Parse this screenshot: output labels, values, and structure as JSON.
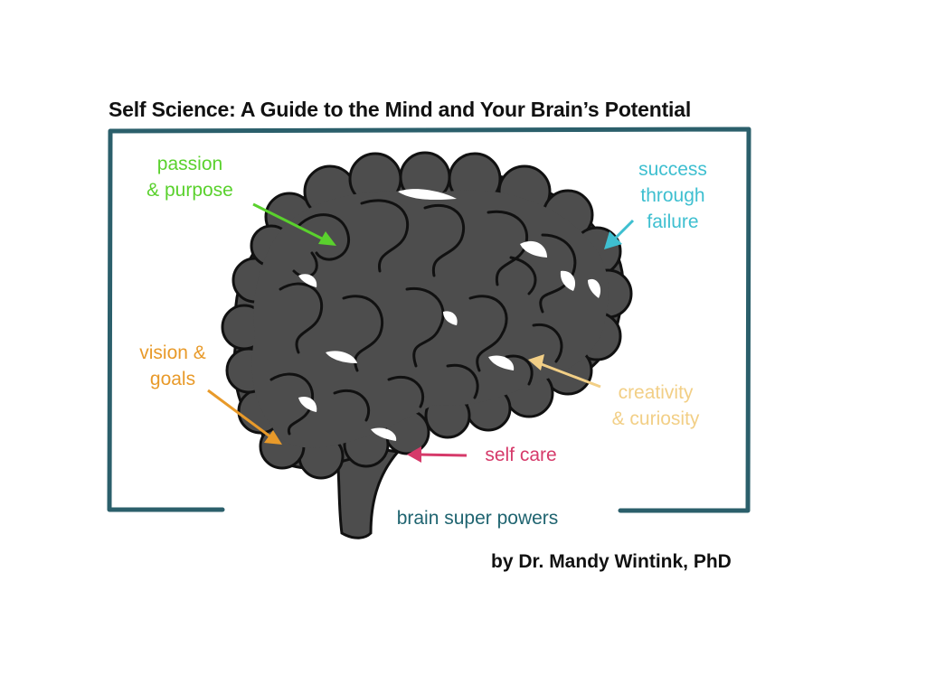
{
  "title": "Self Science: A Guide to the Mind and Your Brain’s Potential",
  "author": "by Dr. Mandy Wintink, PhD",
  "labels": {
    "passion": {
      "line1": "passion",
      "line2": "& purpose",
      "color": "#5ad12d"
    },
    "success": {
      "line1": "success",
      "line2": "through",
      "line3": "failure",
      "color": "#3ebfd0"
    },
    "vision": {
      "line1": "vision &",
      "line2": "goals",
      "color": "#e89a2a"
    },
    "creativity": {
      "line1": "creativity",
      "line2": "& curiosity",
      "color": "#f2cf86"
    },
    "selfcare": {
      "text": "self care",
      "color": "#d63a6a"
    },
    "superpowers": {
      "text": "brain super powers",
      "color": "#1f6470"
    }
  },
  "frame_color": "#2b5f6b",
  "brain_fill": "#4d4d4d",
  "brain_line": "#111111"
}
